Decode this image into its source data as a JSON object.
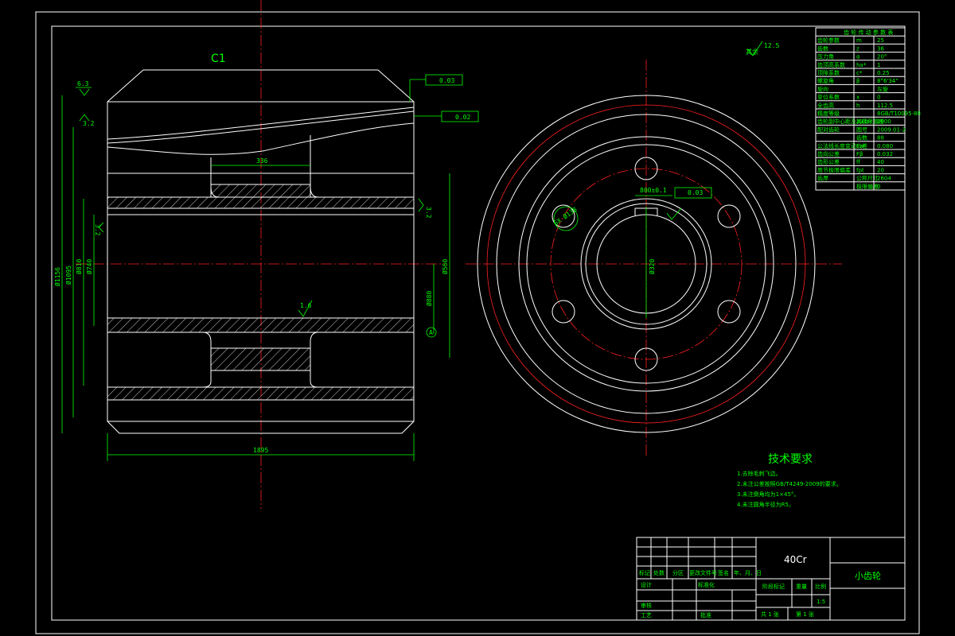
{
  "drawing": {
    "chamfer_label": "C1",
    "dims": {
      "length": "1895",
      "recess_width": "336",
      "bore_label": "Ø560",
      "small_dim": "Ø880",
      "left_outer": "Ø1156",
      "left_inner": "Ø1095",
      "left_mid": "Ø810",
      "left_mid2": "Ø740",
      "keyway": "800±0.1",
      "bore_right": "Ø320",
      "hole_pattern": "6X Ø138"
    },
    "roughness": {
      "top": "6.3",
      "left": "3.2",
      "left2": "3.2",
      "right": "3.2",
      "center": "1.6",
      "general": "12.5",
      "other_label": "其余"
    },
    "tolerances": {
      "runout1": "0.03",
      "runout2": "0.02",
      "runout3": "0.03",
      "runout_sym": "↗",
      "datum": "A"
    },
    "datum_circle": "A",
    "tech_req": {
      "title": "技术要求",
      "items": [
        "1.去除毛刺飞边。",
        "2.未注公差按照GB/T4249-2009的要求。",
        "3.未注倒角均为1×45°。",
        "4.未注圆角半径为R5。"
      ]
    },
    "param_table": {
      "title": "齿 轮 传 动 参 数 表",
      "rows": [
        [
          "齿轮参数",
          "m",
          "25"
        ],
        [
          "齿数",
          "z",
          "36"
        ],
        [
          "压力角",
          "α",
          "20°"
        ],
        [
          "齿顶高系数",
          "ha*",
          "1"
        ],
        [
          "顶隙系数",
          "c*",
          "0.25"
        ],
        [
          "螺旋角",
          "β",
          "8°6'34\""
        ],
        [
          "旋向",
          "",
          "左旋"
        ],
        [
          "变位系数",
          "x",
          "0"
        ],
        [
          "全齿高",
          "h",
          "112.5"
        ],
        [
          "精度等级",
          "",
          "8GB/T10095-88"
        ],
        [
          "齿轮副中心距及其极限偏差",
          "a±fa",
          "1000"
        ],
        [
          "配对齿轮",
          "图号",
          "2009.01-2"
        ],
        [
          "",
          "齿数",
          "88"
        ],
        [
          "公法线长度变动公差",
          "Fw",
          "0.080"
        ],
        [
          "齿向公差",
          "Fβ",
          "0.032"
        ],
        [
          "齿形公差",
          "ff",
          "40"
        ],
        [
          "周节极限偏差",
          "fpt",
          "20"
        ],
        [
          "齿厚",
          "公称尺寸",
          "2604"
        ],
        [
          "",
          "极限偏差",
          "0"
        ]
      ]
    },
    "title_block": {
      "material": "40Cr",
      "part_name": "小齿轮",
      "header_cells": [
        "标记",
        "处数",
        "分区",
        "更改文件号",
        "签名",
        "年、月、日"
      ],
      "row_design": "设计",
      "row_std": "标准化",
      "row_check": "审核",
      "row_process": "工艺",
      "row_approve": "批准",
      "stage_mark": "阶段标记",
      "weight": "重量",
      "scale_label": "比例",
      "scale": "1:5",
      "sheets": "共 1 张",
      "sheet_no": "第 1 张"
    }
  }
}
